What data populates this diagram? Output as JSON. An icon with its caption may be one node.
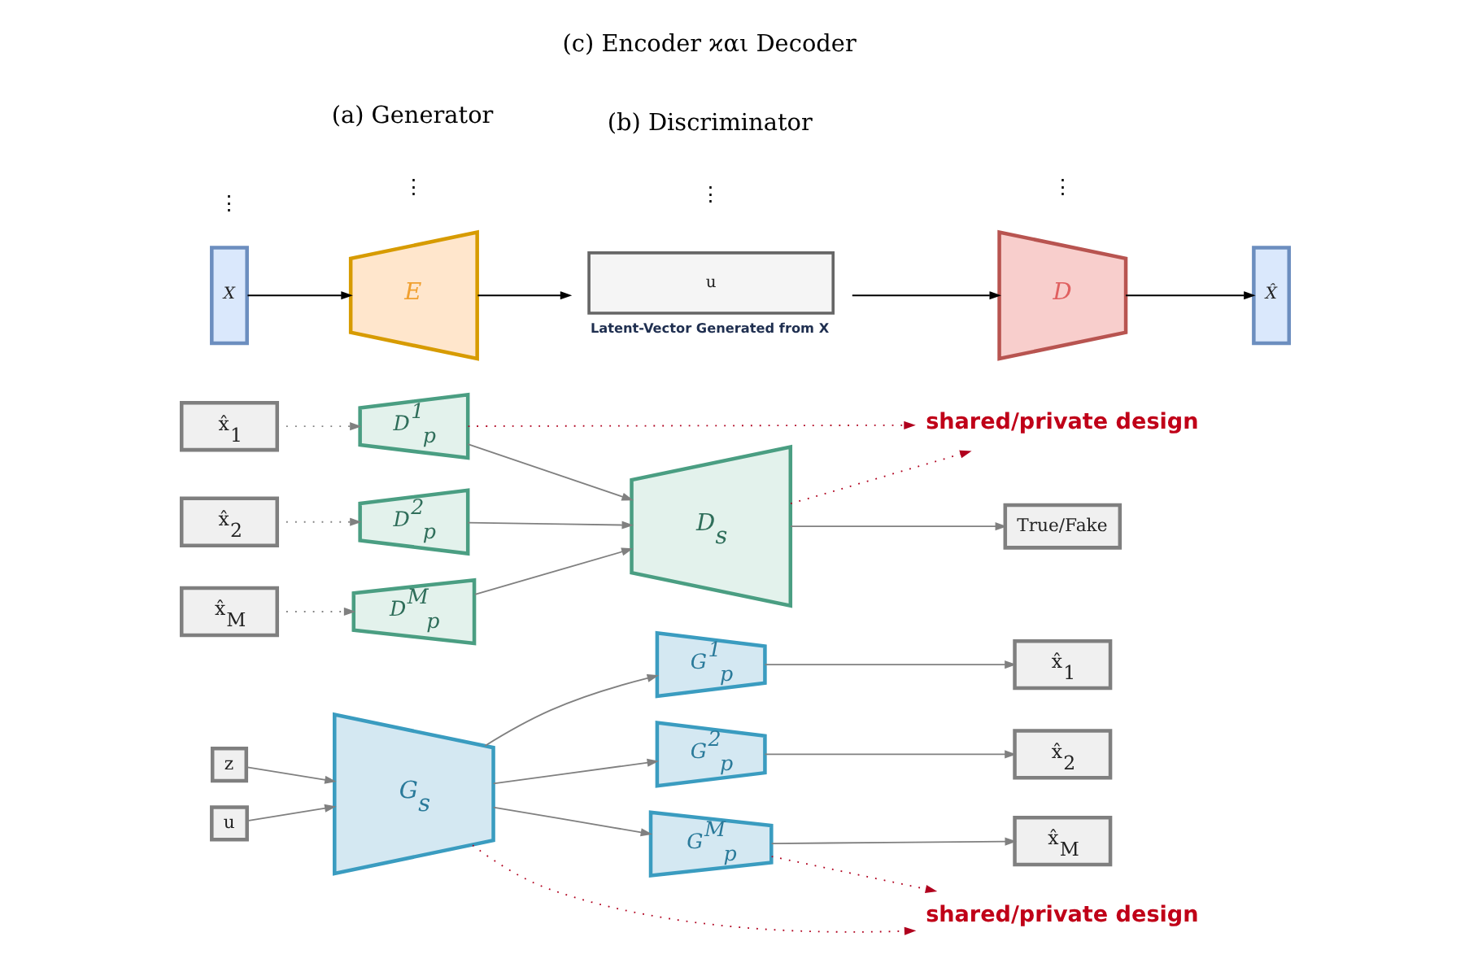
{
  "diagram": {
    "nodes": [
      {
        "text": [
          "z"
        ]
      },
      {
        "text": [
          "u"
        ]
      },
      {
        "text": [
          "G$_{s}$"
        ]
      },
      {
        "text": [
          "G$^{1}$$_{p}$"
        ]
      },
      {
        "text": [
          "G$^{2}$$_{p}$"
        ]
      },
      {
        "text": [
          "G$^{M}$$_{p}$"
        ]
      },
      {
        "text": [
          "x̂$_{1}$"
        ]
      },
      {
        "text": [
          "x̂$_{2}$"
        ]
      },
      {
        "text": [
          "x̂$_{M}$"
        ]
      },
      {
        "text": [
          "shared/private design"
        ]
      },
      {
        "text": [
          "x̂$_{1}$"
        ]
      },
      {
        "text": [
          "x̂$_{2}$"
        ]
      },
      {
        "text": [
          "x̂$_{M}$"
        ]
      },
      {
        "text": [
          "D$^{1}$$_{p}$"
        ]
      },
      {
        "text": [
          "D$^{2}$$_{p}$"
        ]
      },
      {
        "text": [
          "D$^{M}$$_{p}$"
        ]
      },
      {
        "text": [
          "D$_{s}$"
        ]
      },
      {
        "text": [
          "True/Fake"
        ]
      },
      {
        "text": [
          "shared/private design"
        ]
      },
      {
        "text": [
          "X"
        ]
      },
      {
        "text": [
          "E"
        ]
      },
      {
        "text": [
          "u"
        ],
        "beside": [
          "Latent-Vector Generated from X"
        ]
      },
      {
        "text": [
          "D"
        ]
      },
      {
        "text": [
          "X̂"
        ]
      }
    ],
    "edges": [
      {
        "from": 0,
        "to": 2,
        "arrow": "to"
      },
      {
        "from": 1,
        "to": 2,
        "arrow": "to"
      },
      {
        "from": 2,
        "to": 3,
        "arrow": "to"
      },
      {
        "from": 2,
        "to": 4,
        "arrow": "to"
      },
      {
        "from": 2,
        "to": 5,
        "arrow": "to"
      },
      {
        "from": 3,
        "to": 6,
        "arrow": "to"
      },
      {
        "from": 4,
        "to": 7,
        "arrow": "to"
      },
      {
        "from": 5,
        "to": 8,
        "arrow": "to"
      },
      {
        "from": 2,
        "to": 9,
        "arrow": "to",
        "style": "dashed",
        "color": "#b0001e"
      },
      {
        "from": 5,
        "to": 9,
        "arrow": "to",
        "style": "dashed",
        "color": "#b0001e"
      },
      {
        "from": 10,
        "to": 13,
        "arrow": "to",
        "style": "dashed"
      },
      {
        "from": 11,
        "to": 14,
        "arrow": "to",
        "style": "dashed"
      },
      {
        "from": 12,
        "to": 15,
        "arrow": "to",
        "style": "dashed"
      },
      {
        "from": 13,
        "to": 16,
        "arrow": "to"
      },
      {
        "from": 14,
        "to": 16,
        "arrow": "to"
      },
      {
        "from": 15,
        "to": 16,
        "arrow": "to"
      },
      {
        "from": 16,
        "to": 17,
        "arrow": "to"
      },
      {
        "from": 13,
        "to": 18,
        "arrow": "to",
        "style": "dashed",
        "color": "#b0001e"
      },
      {
        "from": 16,
        "to": 18,
        "arrow": "to",
        "style": "dashed",
        "color": "#b0001e"
      },
      {
        "from": 19,
        "to": 20,
        "arrow": "to",
        "color": "#000000"
      },
      {
        "from": 20,
        "to": 21,
        "arrow": "to",
        "color": "#000000"
      },
      {
        "from": 21,
        "to": 22,
        "arrow": "to",
        "color": "#000000"
      },
      {
        "from": 22,
        "to": 23,
        "arrow": "to",
        "color": "#000000"
      }
    ],
    "labels": [
      "⋮",
      "⋮",
      "⋮",
      "⋮",
      "(a) Generator",
      "(b) Discriminator",
      "(c) Encoder ϰαι Decoder"
    ]
  }
}
